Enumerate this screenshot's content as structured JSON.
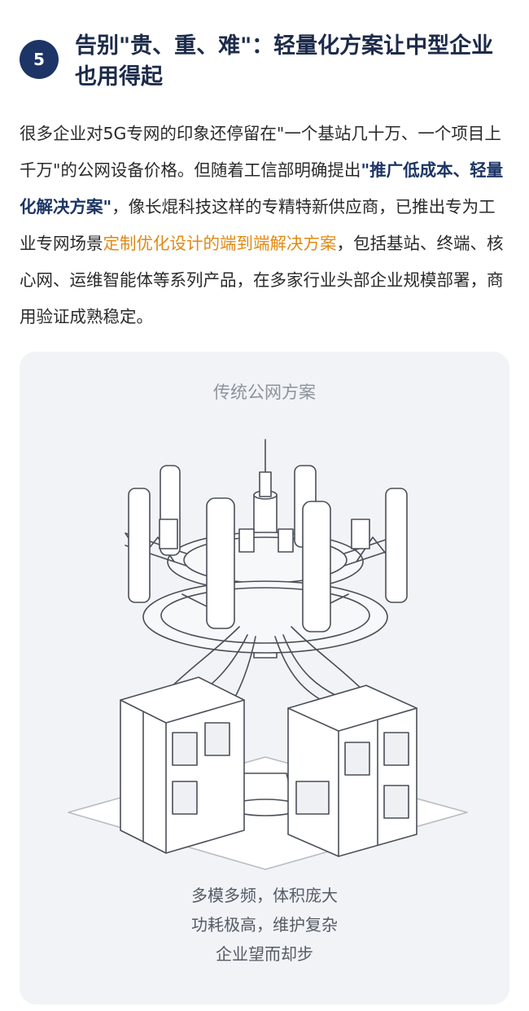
{
  "section": {
    "number": "5",
    "title": "告别\"贵、重、难\"：轻量化方案让中型企业也用得起"
  },
  "paragraph": {
    "part1": "很多企业对5G专网的印象还停留在\"一个基站几十万、一个项目上千万\"的公网设备价格。但随着工信部明确提出",
    "highlight_blue": "\"推广低成本、轻量化解决方案\"",
    "part2": "，像长焜科技这样的专精特新供应商，已推出专为工业专网场景",
    "highlight_orange": "定制优化设计的端到端解决方案",
    "part3": "，包括基站、终端、核心网、运维智能体等系列产品，在多家行业头部企业规模部署，商用验证成熟稳定。"
  },
  "card": {
    "title": "传统公网方案",
    "caption_lines": [
      "多模多频，体积庞大",
      "功耗极高，维护复杂",
      "企业望而却步"
    ]
  },
  "colors": {
    "accent_navy": "#1c3566",
    "accent_orange": "#e08a12",
    "card_bg": "#f1f3f7"
  }
}
